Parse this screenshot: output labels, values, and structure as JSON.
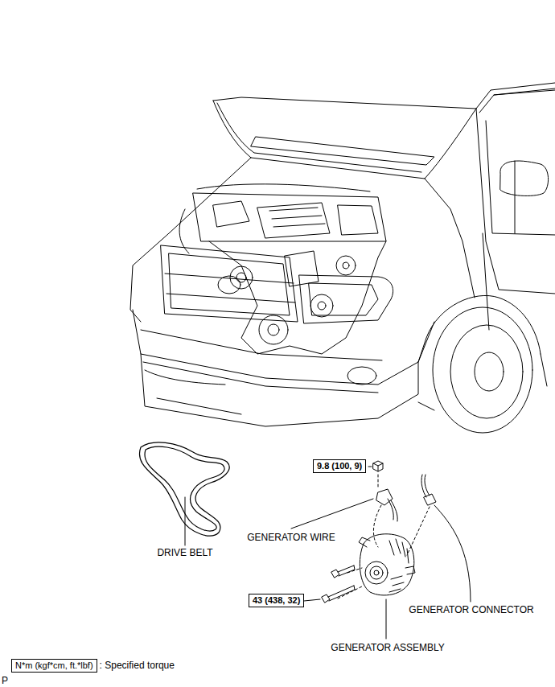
{
  "diagram": {
    "nodes": [
      {
        "text": [
          "9.8 (100, 9)"
        ]
      },
      {
        "text": [
          "43 (438, 32)"
        ]
      },
      {
        "text": [
          "N*m (kgf*cm, ft.*lbf)"
        ]
      }
    ],
    "labels": [
      "DRIVE BELT",
      "GENERATOR WIRE",
      "GENERATOR CONNECTOR",
      "GENERATOR ASSEMBLY",
      ": Specified torque",
      "P"
    ]
  }
}
